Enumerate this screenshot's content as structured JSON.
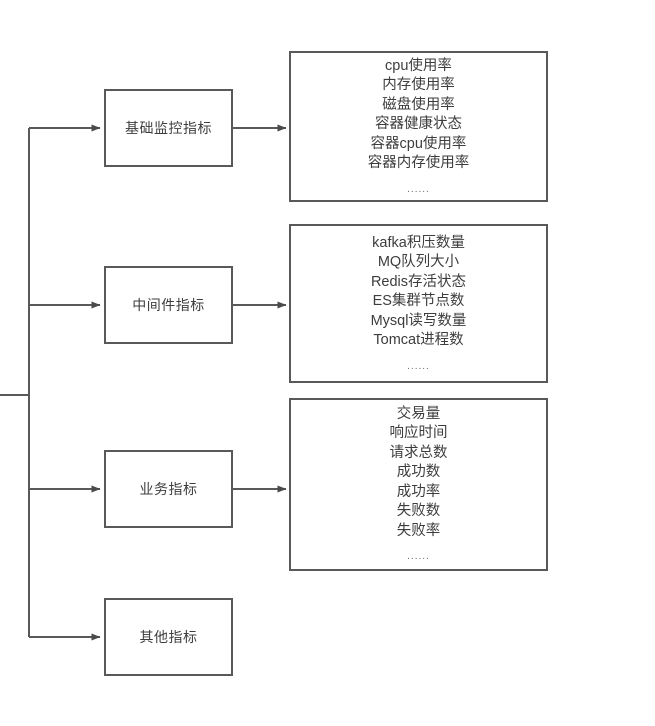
{
  "diagram": {
    "title": "monitoring-metrics-taxonomy",
    "stroke_color": "#595959",
    "text_color": "#3d3d3a",
    "background_color": "#ffffff",
    "ellipsis": "......",
    "branches": [
      {
        "id": "basic-monitoring",
        "label": "基础监控指标",
        "items": [
          "cpu使用率",
          "内存使用率",
          "磁盘使用率",
          "容器健康状态",
          "容器cpu使用率",
          "容器内存使用率"
        ],
        "has_ellipsis": true
      },
      {
        "id": "middleware",
        "label": "中间件指标",
        "items": [
          "kafka积压数量",
          "MQ队列大小",
          "Redis存活状态",
          "ES集群节点数",
          "Mysql读写数量",
          "Tomcat进程数"
        ],
        "has_ellipsis": true
      },
      {
        "id": "business",
        "label": "业务指标",
        "items": [
          "交易量",
          "响应时间",
          "请求总数",
          "成功数",
          "成功率",
          "失败数",
          "失败率"
        ],
        "has_ellipsis": true
      },
      {
        "id": "other",
        "label": "其他指标",
        "items": [],
        "has_ellipsis": false
      }
    ]
  }
}
